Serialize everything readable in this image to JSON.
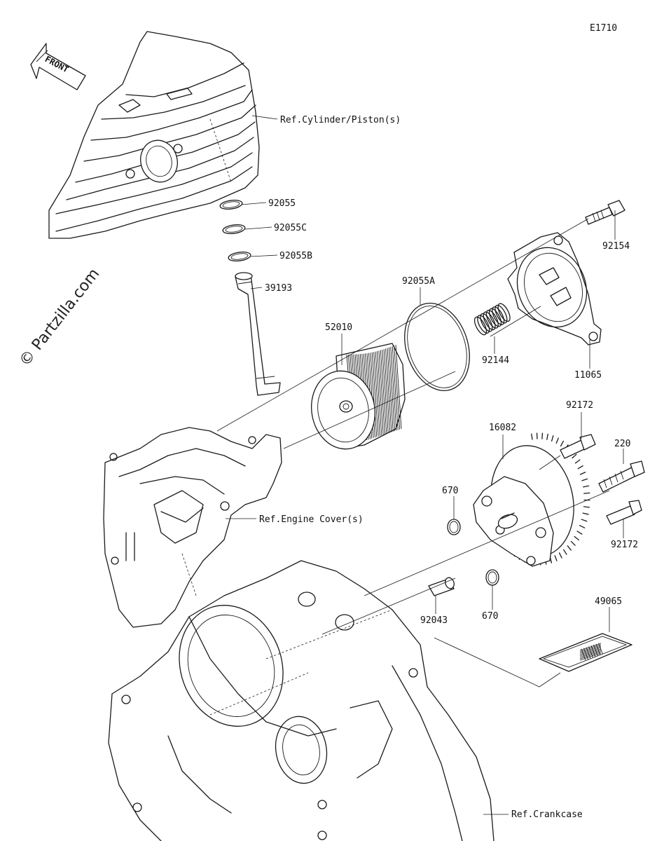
{
  "diagram_code": "E1710",
  "watermark": "© Partzilla.com",
  "front_label": "FRONT",
  "references": {
    "cylinder": "Ref.Cylinder/Piston(s)",
    "engine_cover": "Ref.Engine Cover(s)",
    "crankcase": "Ref.Crankcase"
  },
  "parts": {
    "p92055": "92055",
    "p92055C": "92055C",
    "p92055B": "92055B",
    "p39193": "39193",
    "p92055A": "92055A",
    "p52010": "52010",
    "p92144": "92144",
    "p11065": "11065",
    "p92154": "92154",
    "p92172_top": "92172",
    "p16082": "16082",
    "p220": "220",
    "p670_left": "670",
    "p92172_bottom": "92172",
    "p670_bottom": "670",
    "p92043": "92043",
    "p49065": "49065"
  }
}
